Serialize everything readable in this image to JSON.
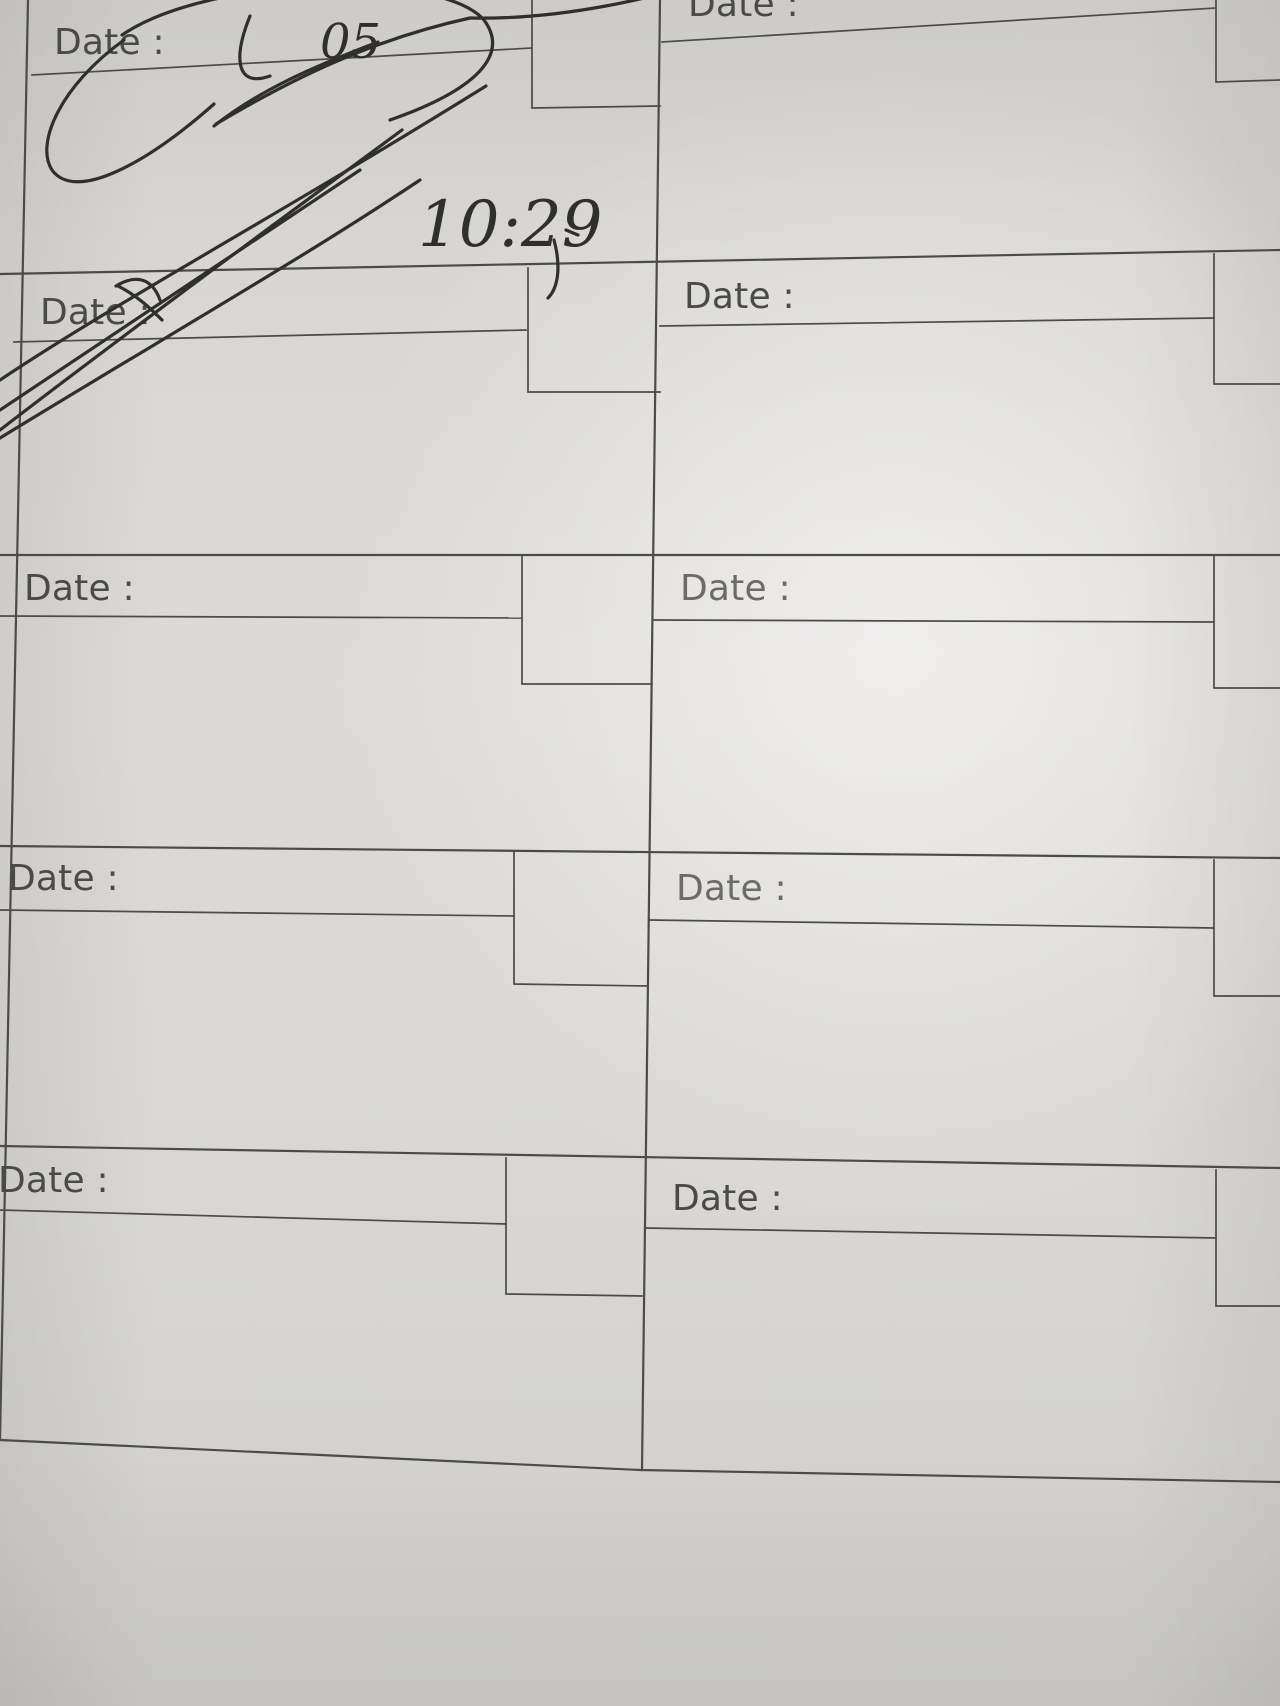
{
  "form": {
    "cells": [
      {
        "label": "Date :"
      },
      {
        "label": "Date :"
      },
      {
        "label": "Date :"
      },
      {
        "label": "Date :"
      },
      {
        "label": "Date :"
      },
      {
        "label": "Date :"
      },
      {
        "label": "Date :"
      },
      {
        "label": "Date :"
      },
      {
        "label": "Date :"
      },
      {
        "label": "Date :"
      }
    ]
  },
  "handwriting": {
    "top_date_fragment": "05",
    "time": "10:29"
  }
}
